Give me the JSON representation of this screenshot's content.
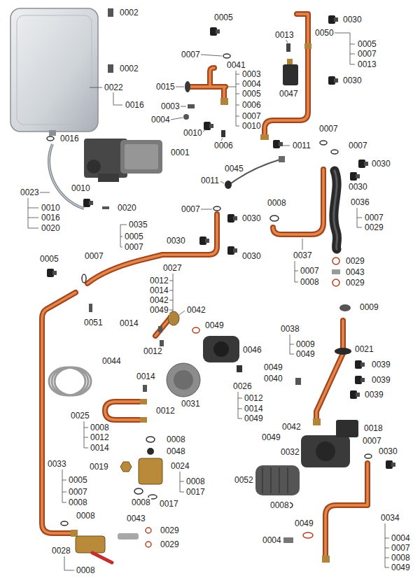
{
  "diagram": {
    "labels": [
      "0002",
      "0005",
      "0030",
      "0050",
      "0013",
      "0005",
      "0007",
      "0013",
      "0007",
      "0041",
      "0002",
      "0003",
      "0004",
      "0005",
      "0006",
      "0007",
      "0010",
      "0030",
      "0015",
      "0022",
      "0047",
      "0016",
      "0003",
      "0004",
      "0007",
      "0010",
      "0016",
      "0006",
      "0011",
      "0007",
      "0001",
      "0030",
      "0045",
      "0011",
      "0030",
      "0010",
      "0023",
      "0008",
      "0036",
      "0010",
      "0020",
      "0007",
      "0016",
      "0007",
      "0030",
      "0035",
      "0029",
      "0020",
      "0005",
      "0030",
      "0007",
      "0037",
      "0030",
      "0007",
      "0005",
      "0029",
      "0027",
      "0007",
      "0043",
      "0012",
      "0008",
      "0029",
      "0014",
      "0042",
      "0009",
      "0049",
      "0042",
      "0051",
      "0014",
      "0049",
      "0038",
      "0009",
      "0021",
      "0046",
      "0012",
      "0049",
      "0044",
      "0039",
      "0049",
      "0014",
      "0040",
      "0039",
      "0026",
      "0039",
      "0012",
      "0031",
      "0012",
      "0014",
      "0025",
      "0049",
      "0042",
      "0008",
      "0018",
      "0049",
      "0012",
      "0008",
      "0007",
      "0014",
      "0048",
      "0030",
      "0032",
      "0033",
      "0024",
      "0019",
      "0005",
      "0052",
      "0008",
      "0007",
      "0017",
      "0008",
      "0008",
      "0017",
      "0008",
      "0008",
      "0034",
      "0043",
      "0049",
      "0029",
      "0004",
      "0004",
      "0029",
      "0007",
      "0028",
      "0008",
      "0049",
      "0008"
    ]
  }
}
